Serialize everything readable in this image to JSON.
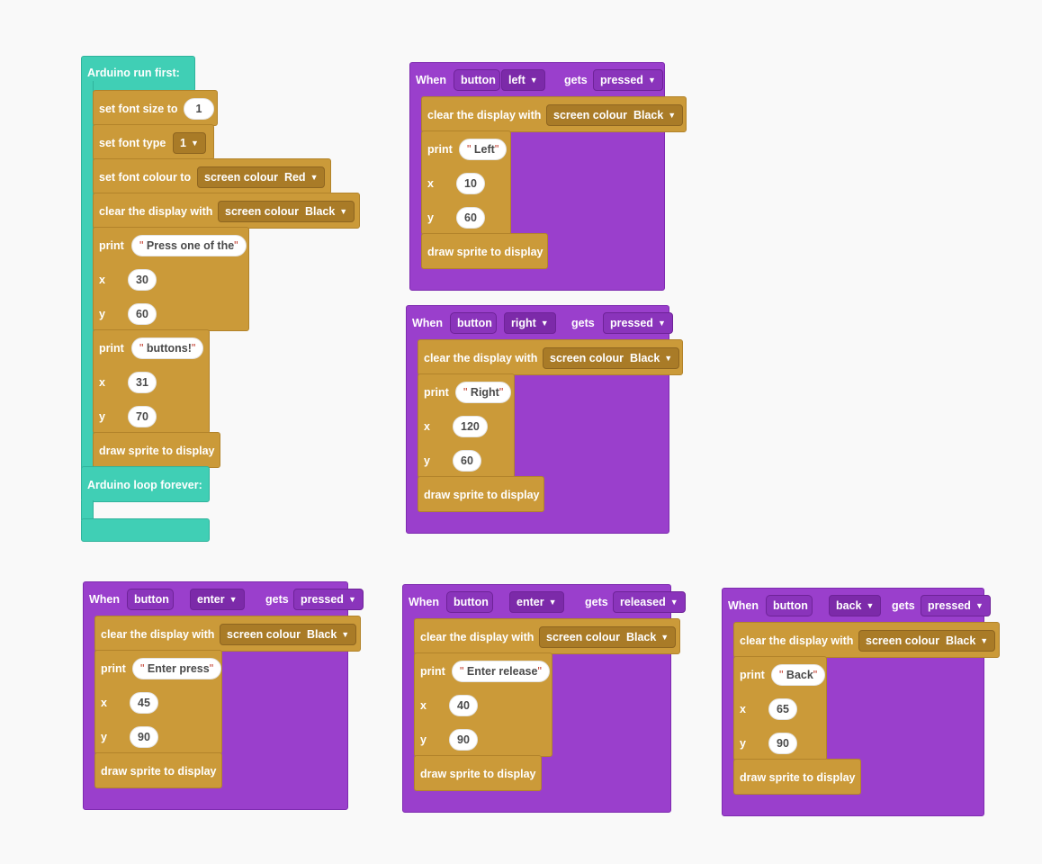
{
  "labels": {
    "arduino_run_first": "Arduino run first:",
    "arduino_loop_forever": "Arduino loop forever:",
    "set_font_size_to": "set font size to",
    "set_font_type": "set font type",
    "set_font_colour_to": "set font colour to",
    "clear_display_with": "clear the display with",
    "screen_colour": "screen colour",
    "print": "print",
    "x": "x",
    "y": "y",
    "draw_sprite": "draw sprite to display",
    "when": "When",
    "button": "button",
    "gets": "gets",
    "quote": "\""
  },
  "setup": {
    "font_size": "1",
    "font_type": "1",
    "font_colour": "Red",
    "clear_colour": "Black",
    "print1": {
      "text": " Press one of the",
      "x": "30",
      "y": "60"
    },
    "print2": {
      "text": " buttons!",
      "x": "31",
      "y": "70"
    }
  },
  "events": [
    {
      "button": "left",
      "state": "pressed",
      "colour": "Black",
      "text": " Left",
      "x": "10",
      "y": "60"
    },
    {
      "button": "right",
      "state": "pressed",
      "colour": "Black",
      "text": " Right",
      "x": "120",
      "y": "60"
    },
    {
      "button": "enter",
      "state": "pressed",
      "colour": "Black",
      "text": " Enter press",
      "x": "45",
      "y": "90"
    },
    {
      "button": "enter",
      "state": "released",
      "colour": "Black",
      "text": " Enter release",
      "x": "40",
      "y": "90"
    },
    {
      "button": "back",
      "state": "pressed",
      "colour": "Black",
      "text": " Back",
      "x": "65",
      "y": "90"
    }
  ],
  "colors": {
    "background": "#f9f9f9",
    "teal": "#40cfb5",
    "purple": "#9a3fcc",
    "gold": "#cb9a39",
    "quote_mark": "#c0392b"
  },
  "icons": {
    "dropdown": "caret-down-icon"
  }
}
